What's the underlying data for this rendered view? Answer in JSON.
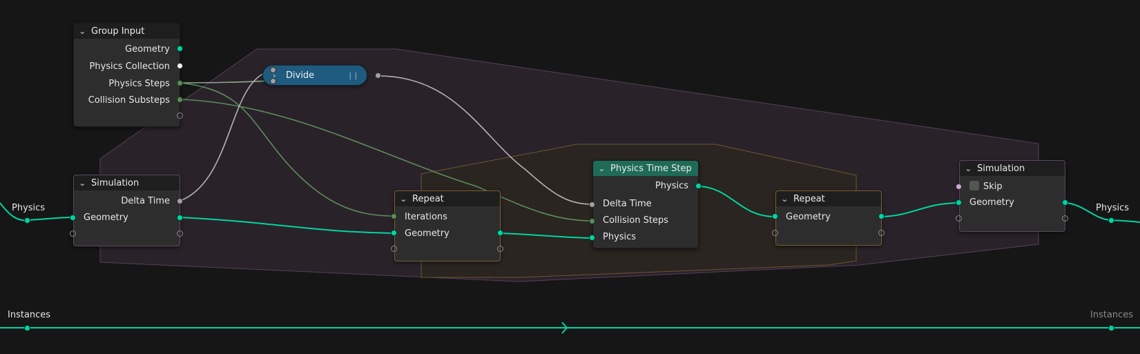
{
  "colors": {
    "background": "#161616",
    "node_body": "#2d2d2d",
    "node_header": "#1e1e1e",
    "physics_time_step_header": "#1f6b58",
    "divide_node": "#1f5b7f",
    "geometry_socket": "#00d6a3",
    "integer_socket": "#598c5c",
    "float_socket": "#a1a1a1",
    "boolean_socket": "#cca6d6",
    "simulation_zone": "#2a2229",
    "repeat_zone": "#2a2520"
  },
  "nodes": {
    "group_input": {
      "title": "Group Input",
      "outputs": [
        "Geometry",
        "Physics Collection",
        "Physics Steps",
        "Collision Substeps"
      ]
    },
    "divide": {
      "title": "Divide"
    },
    "simulation_input": {
      "title": "Simulation",
      "outputs": [
        "Delta Time"
      ],
      "inputs": [
        "Geometry"
      ]
    },
    "repeat_input": {
      "title": "Repeat",
      "inputs": [
        "Iterations",
        "Geometry"
      ]
    },
    "physics_time_step": {
      "title": "Physics Time Step",
      "outputs": [
        "Physics"
      ],
      "inputs": [
        "Delta Time",
        "Collision Steps",
        "Physics"
      ]
    },
    "repeat_output": {
      "title": "Repeat",
      "rows": [
        "Geometry"
      ]
    },
    "simulation_output": {
      "title": "Simulation",
      "inputs": [
        "Skip",
        "Geometry"
      ]
    }
  },
  "reroutes": {
    "physics_left": "Physics",
    "physics_right": "Physics",
    "instances_left": "Instances",
    "instances_right": "Instances"
  }
}
